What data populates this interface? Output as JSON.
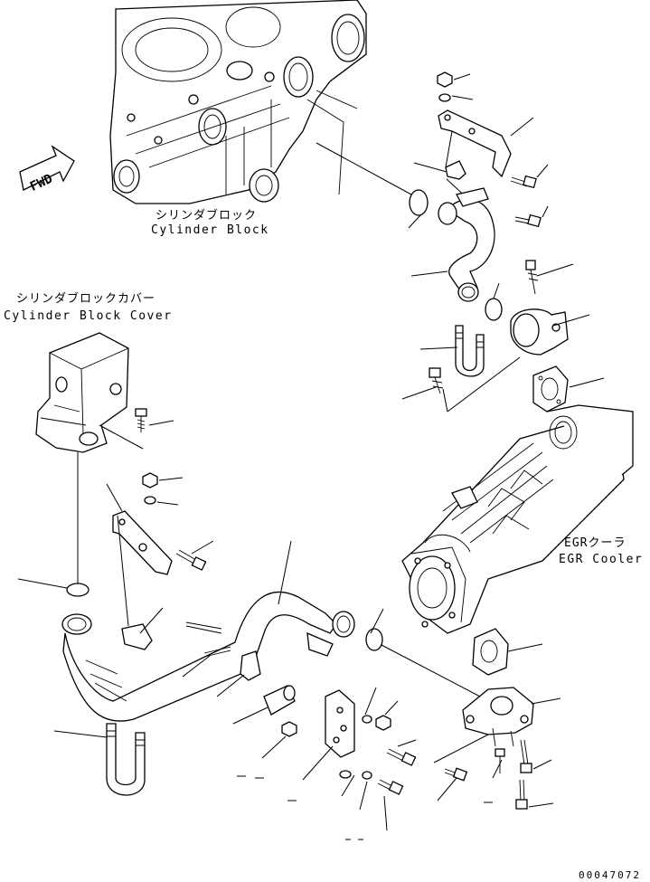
{
  "labels": {
    "cylinder_block_jp": "シリンダブロック",
    "cylinder_block_en": "Cylinder Block",
    "cylinder_block_cover_jp": "シリンダブロックカバー",
    "cylinder_block_cover_en": "Cylinder Block Cover",
    "egr_cooler_jp": "EGRクーラ",
    "egr_cooler_en": "EGR Cooler",
    "fwd": "FWD",
    "drawing_code": "00047072"
  }
}
